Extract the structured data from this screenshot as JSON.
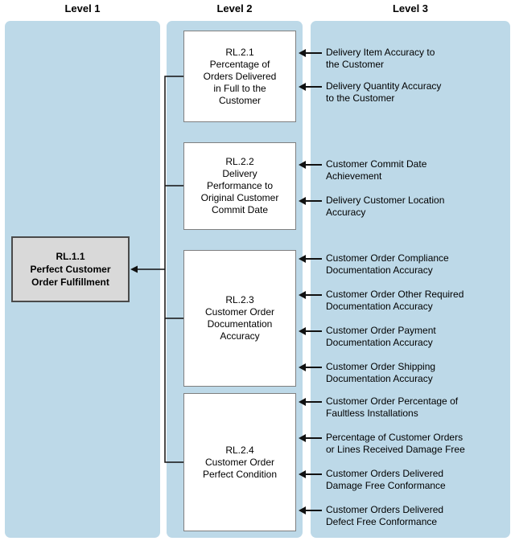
{
  "diagram": {
    "headers": [
      {
        "label": "Level 1"
      },
      {
        "label": "Level 2"
      },
      {
        "label": "Level 3"
      }
    ],
    "level1": {
      "box": {
        "code": "RL.1.1",
        "lines": [
          "Perfect Customer",
          "Order Fulfillment"
        ]
      }
    },
    "level2": {
      "boxes": [
        {
          "code": "RL.2.1",
          "lines": [
            "Percentage of",
            "Orders Delivered",
            "in Full to the",
            "Customer"
          ]
        },
        {
          "code": "RL.2.2",
          "lines": [
            "Delivery",
            "Performance to",
            "Original Customer",
            "Commit Date"
          ]
        },
        {
          "code": "RL.2.3",
          "lines": [
            "Customer Order",
            "Documentation",
            "Accuracy"
          ]
        },
        {
          "code": "RL.2.4",
          "lines": [
            "Customer Order",
            "Perfect Condition"
          ]
        }
      ]
    },
    "level3": {
      "items": [
        {
          "lines": [
            "Delivery Item Accuracy to",
            "the Customer"
          ]
        },
        {
          "lines": [
            "Delivery Quantity Accuracy",
            "to the Customer"
          ]
        },
        {
          "lines": [
            "Customer Commit Date",
            "Achievement"
          ]
        },
        {
          "lines": [
            "Delivery Customer Location",
            "Accuracy"
          ]
        },
        {
          "lines": [
            "Customer Order Compliance",
            "Documentation Accuracy"
          ]
        },
        {
          "lines": [
            "Customer Order Other Required",
            "Documentation Accuracy"
          ]
        },
        {
          "lines": [
            "Customer Order Payment",
            "Documentation Accuracy"
          ]
        },
        {
          "lines": [
            "Customer Order Shipping",
            "Documentation Accuracy"
          ]
        },
        {
          "lines": [
            "Customer Order Percentage of",
            "Faultless Installations"
          ]
        },
        {
          "lines": [
            "Percentage of Customer Orders",
            "or Lines Received Damage Free"
          ]
        },
        {
          "lines": [
            "Customer Orders Delivered",
            "Damage Free Conformance"
          ]
        },
        {
          "lines": [
            "Customer Orders Delivered",
            "Defect Free Conformance"
          ]
        }
      ]
    },
    "colors": {
      "panel_blue": "#BDD9E8",
      "level1_box_fill": "#D9D9D9",
      "level1_box_border": "#4A4A4A",
      "level2_box_border": "#7F7F7F",
      "connector_line": "#111111",
      "text": "#000000"
    }
  }
}
